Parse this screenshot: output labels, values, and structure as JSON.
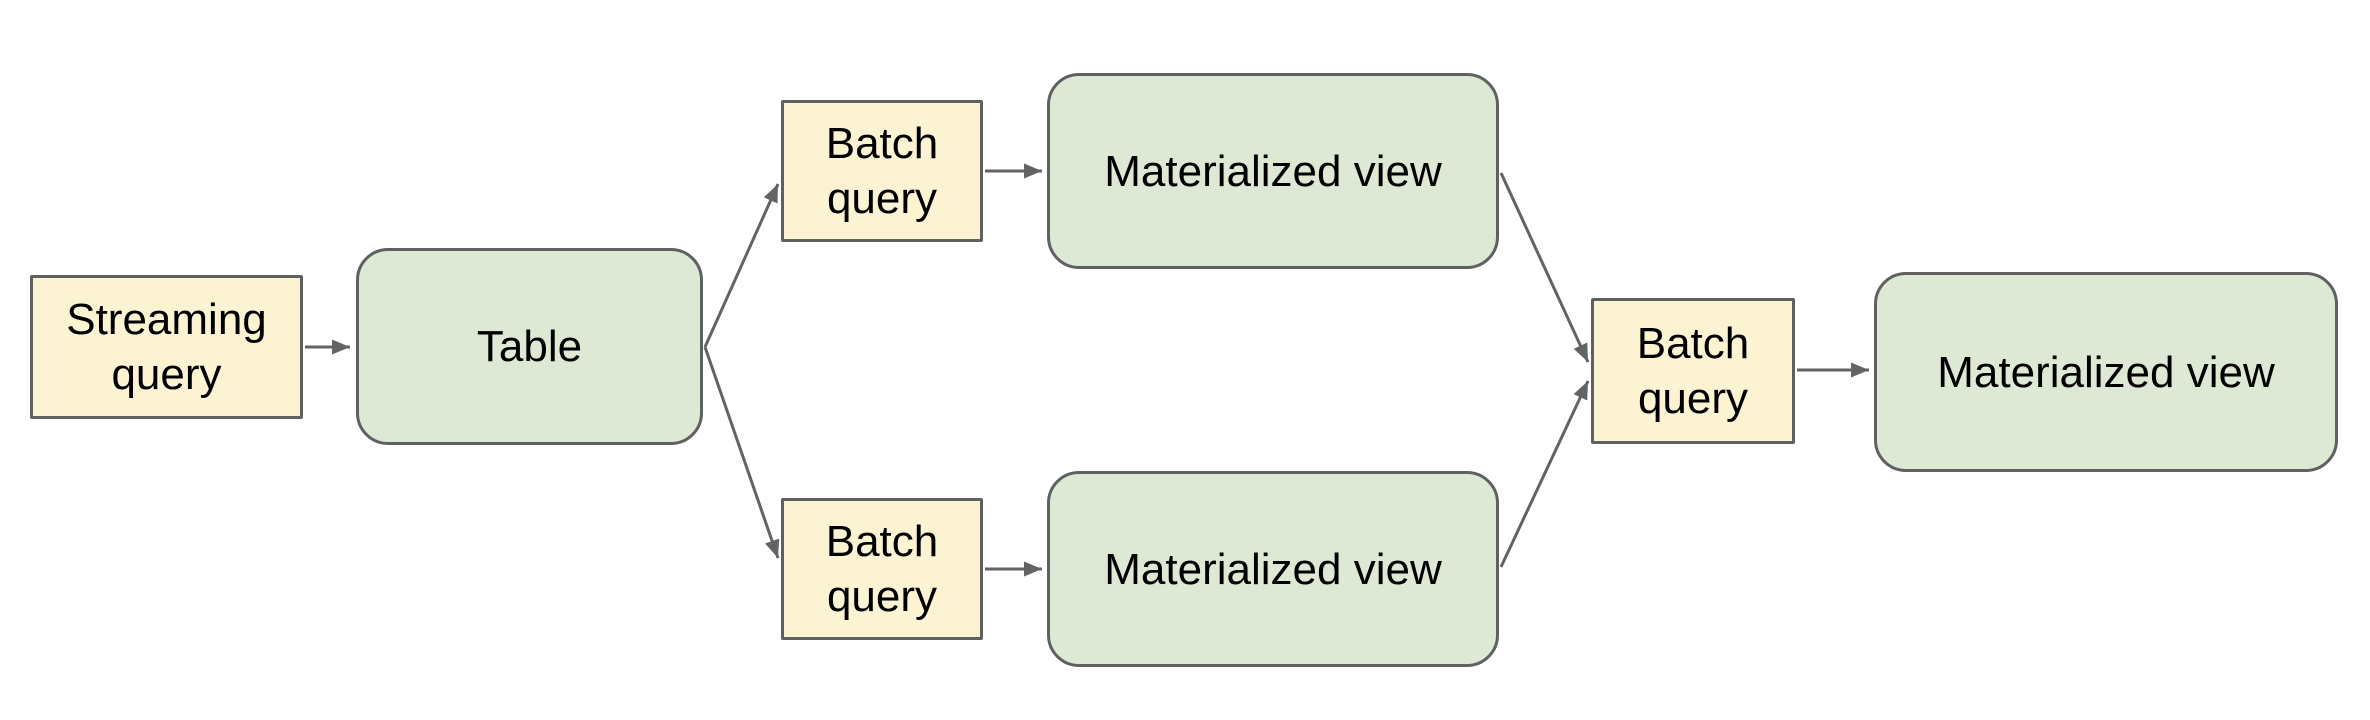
{
  "diagram": {
    "background": "#ffffff",
    "colors": {
      "query_fill": "#fcf3d3",
      "query_border": "#5f6161",
      "view_fill": "#dde9d4",
      "view_border": "#5f6161",
      "connector": "#616365",
      "text": "#000000"
    },
    "nodes": [
      {
        "id": "streaming-query",
        "label": "Streaming query",
        "kind": "query"
      },
      {
        "id": "table",
        "label": "Table",
        "kind": "view"
      },
      {
        "id": "batch-query-top",
        "label": "Batch query",
        "kind": "query"
      },
      {
        "id": "materialized-view-top",
        "label": "Materialized view",
        "kind": "view"
      },
      {
        "id": "batch-query-bottom",
        "label": "Batch query",
        "kind": "query"
      },
      {
        "id": "materialized-view-bottom",
        "label": "Materialized view",
        "kind": "view"
      },
      {
        "id": "batch-query-right",
        "label": "Batch query",
        "kind": "query"
      },
      {
        "id": "materialized-view-right",
        "label": "Materialized view",
        "kind": "view"
      }
    ],
    "edges": [
      {
        "from": "streaming-query",
        "to": "table"
      },
      {
        "from": "table",
        "to": "batch-query-top"
      },
      {
        "from": "table",
        "to": "batch-query-bottom"
      },
      {
        "from": "batch-query-top",
        "to": "materialized-view-top"
      },
      {
        "from": "batch-query-bottom",
        "to": "materialized-view-bottom"
      },
      {
        "from": "materialized-view-top",
        "to": "batch-query-right"
      },
      {
        "from": "materialized-view-bottom",
        "to": "batch-query-right"
      },
      {
        "from": "batch-query-right",
        "to": "materialized-view-right"
      }
    ]
  }
}
